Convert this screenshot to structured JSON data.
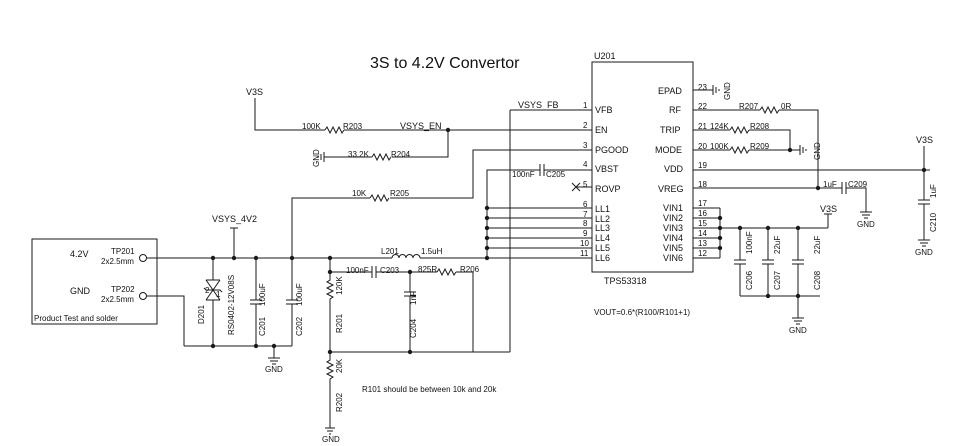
{
  "title": "3S to 4.2V Convertor",
  "ic": {
    "ref": "U201",
    "part": "TPS53318",
    "left_pins": [
      {
        "num": "1",
        "name": "VFB"
      },
      {
        "num": "2",
        "name": "EN"
      },
      {
        "num": "3",
        "name": "PGOOD"
      },
      {
        "num": "4",
        "name": "VBST"
      },
      {
        "num": "5",
        "name": "ROVP"
      },
      {
        "num": "6",
        "name": "LL1"
      },
      {
        "num": "7",
        "name": "LL2"
      },
      {
        "num": "8",
        "name": "LL3"
      },
      {
        "num": "9",
        "name": "LL4"
      },
      {
        "num": "10",
        "name": "LL5"
      },
      {
        "num": "11",
        "name": "LL6"
      }
    ],
    "right_pins": [
      {
        "num": "23",
        "name": "EPAD"
      },
      {
        "num": "22",
        "name": "RF"
      },
      {
        "num": "21",
        "name": "TRIP"
      },
      {
        "num": "20",
        "name": "MODE"
      },
      {
        "num": "19",
        "name": "VDD"
      },
      {
        "num": "18",
        "name": "VREG"
      },
      {
        "num": "17",
        "name": "VIN1"
      },
      {
        "num": "16",
        "name": "VIN2"
      },
      {
        "num": "15",
        "name": "VIN3"
      },
      {
        "num": "14",
        "name": "VIN4"
      },
      {
        "num": "13",
        "name": "VIN5"
      },
      {
        "num": "12",
        "name": "VIN6"
      }
    ]
  },
  "nets": {
    "v3s": "V3S",
    "gnd": "GND",
    "vsys_fb": "VSYS_FB",
    "vsys_en": "VSYS_EN",
    "vsys_4v2": "VSYS_4V2"
  },
  "resistors": {
    "r203": {
      "ref": "R203",
      "value": "100K"
    },
    "r204": {
      "ref": "R204",
      "value": "33.2K"
    },
    "r205": {
      "ref": "R205",
      "value": "10K"
    },
    "r206": {
      "ref": "R206",
      "value": "825R"
    },
    "r207": {
      "ref": "R207",
      "value": "0R"
    },
    "r208": {
      "ref": "R208",
      "value": "124K"
    },
    "r209": {
      "ref": "R209",
      "value": "100K"
    },
    "r201": {
      "ref": "R201",
      "value": "120K"
    },
    "r202": {
      "ref": "R202",
      "value": "20K"
    }
  },
  "capacitors": {
    "c205": {
      "ref": "C205",
      "value": "100nF"
    },
    "c203": {
      "ref": "C203",
      "value": "100nF"
    },
    "c204": {
      "ref": "C204",
      "value": "1nF"
    },
    "c201": {
      "ref": "C201",
      "value": "100uF"
    },
    "c202": {
      "ref": "C202",
      "value": "100uF"
    },
    "c209": {
      "ref": "C209",
      "value": "1uF"
    },
    "c210": {
      "ref": "C210",
      "value": "1uF"
    },
    "c206": {
      "ref": "C206",
      "value": "100nF"
    },
    "c207": {
      "ref": "C207",
      "value": "22uF"
    },
    "c208": {
      "ref": "C208",
      "value": "22uF"
    }
  },
  "inductor": {
    "ref": "L201",
    "value": "1.5uH"
  },
  "diode": {
    "ref": "D201",
    "part": "RS0402-12V08S",
    "pin1": "1",
    "pin2": "2"
  },
  "testpoints": {
    "tp201": {
      "ref": "TP201",
      "size": "2x2.5mm",
      "net": "4.2V"
    },
    "tp202": {
      "ref": "TP202",
      "size": "2x2.5mm",
      "net": "GND"
    },
    "box_label": "Product Test and solder"
  },
  "notes": {
    "vout_formula": "VOUT=0.6*(R100/R101+1)",
    "r101_note": "R101 should be between 10k and 20k"
  }
}
